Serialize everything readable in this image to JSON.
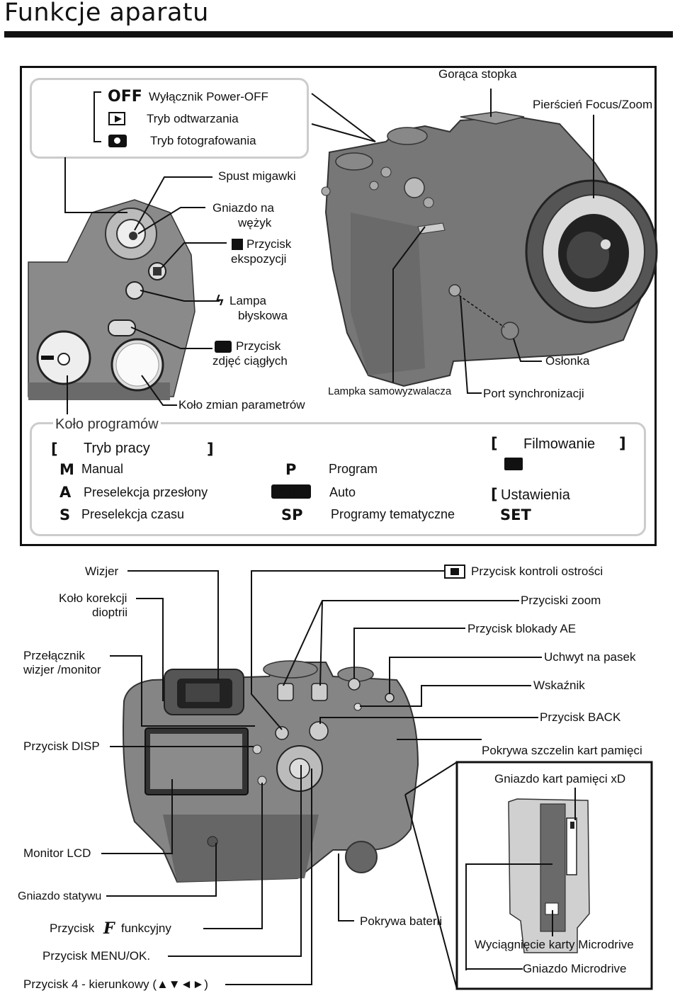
{
  "title": "Funkcje aparatu",
  "top_panel": {
    "mode_switch": {
      "off_label": "OFF",
      "off_text": "Wyłącznik Power-OFF",
      "playback_text": "Tryb odtwarzania",
      "shoot_text": "Tryb fotografowania"
    },
    "labels": {
      "hot_shoe": "Gorąca stopka",
      "focus_ring": "Pierścień Focus/Zoom",
      "shutter": "Spust migawki",
      "cable_socket_1": "Gniazdo na",
      "cable_socket_2": "wężyk",
      "exposure_1": "Przycisk",
      "exposure_2": "ekspozycji",
      "flash_1": "Lampa",
      "flash_2": "błyskowa",
      "continuous_1": "Przycisk",
      "continuous_2": "zdjęć ciągłych",
      "command_dial": "Koło zmian parametrów",
      "self_timer_lamp": "Lampka samowyzwalacza",
      "sync_port": "Port synchronizacji",
      "cover": "Osłonka"
    },
    "program_dial": {
      "heading": "Koło programów",
      "work_mode_heading": "Tryb pracy",
      "movie_heading": "Filmowanie",
      "setup_heading": "Ustawienia",
      "setup_symbol": "SET",
      "modes": [
        {
          "symbol": "M",
          "text": "Manual"
        },
        {
          "symbol": "A",
          "text": "Preselekcja przesłony"
        },
        {
          "symbol": "S",
          "text": "Preselekcja czasu"
        },
        {
          "symbol": "P",
          "text": "Program"
        },
        {
          "symbol": "AUTO",
          "text": "Auto"
        },
        {
          "symbol": "SP",
          "text": "Programy tematyczne"
        }
      ]
    }
  },
  "bottom_panel": {
    "labels": {
      "viewfinder": "Wizjer",
      "diopter_1": "Koło korekcji",
      "diopter_2": "dioptrii",
      "vf_switch_1": "Przełącznik",
      "vf_switch_2": "wizjer /monitor",
      "disp": "Przycisk DISP",
      "lcd": "Monitor LCD",
      "tripod": "Gniazdo statywu",
      "function_pre": "Przycisk",
      "function_post": "funkcyjny",
      "menu_ok": "Przycisk MENU/OK.",
      "four_way": "Przycisk 4 - kierunkowy (▲▼◄►)",
      "focus_check": "Przycisk kontroli ostrości",
      "zoom": "Przyciski zoom",
      "ae_lock": "Przycisk blokady AE",
      "strap": "Uchwyt na pasek",
      "indicator": "Wskaźnik",
      "back": "Przycisk BACK",
      "card_cover": "Pokrywa szczelin kart pamięci",
      "xd_slot": "Gniazdo kart pamięci xD",
      "battery_cover": "Pokrywa baterii",
      "microdrive_eject": "Wyciągnięcie karty Microdrive",
      "microdrive_slot": "Gniazdo Microdrive"
    }
  }
}
